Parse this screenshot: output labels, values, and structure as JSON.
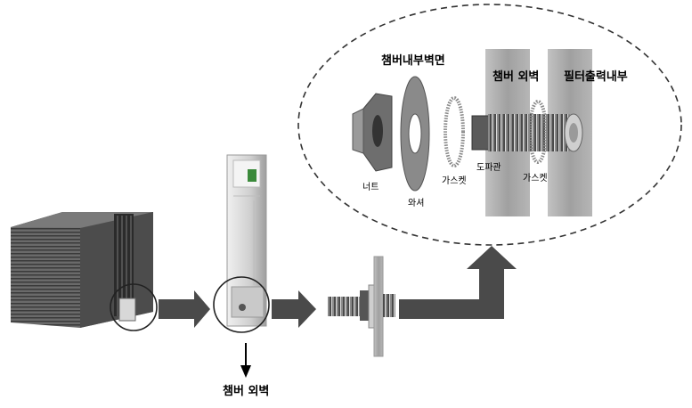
{
  "labels": {
    "chamber_inner_wall": "챔버내부벽면",
    "chamber_outer_wall_top": "챔버 외벽",
    "filter_output_inside": "필터출력내부",
    "nut": "너트",
    "washer": "와셔",
    "gasket_left": "가스켓",
    "conduit": "도파관",
    "gasket_right": "가스켓",
    "chamber_outer_wall_bottom": "챔버 외벽"
  },
  "colors": {
    "flow_arrow": "#4a4a4a",
    "plate": "#a6a6a6",
    "cabinet": "#5a5a5a",
    "dashed_outline": "#333333"
  }
}
